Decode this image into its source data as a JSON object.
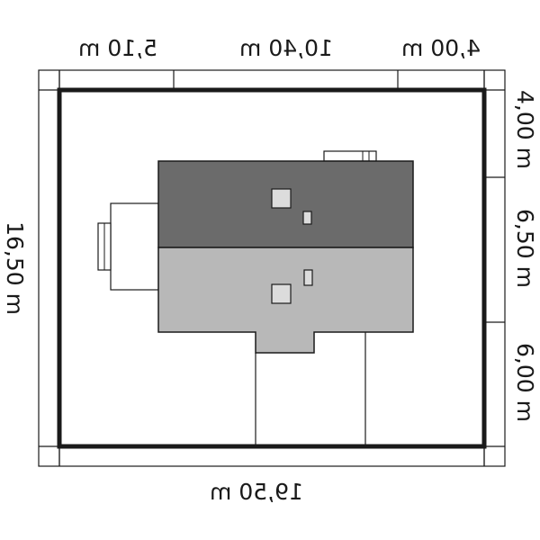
{
  "dimensions": {
    "top": [
      "5,10 m",
      "10,40 m",
      "4,00 m"
    ],
    "bottom": "19,50 m",
    "left": "16,50 m",
    "right": [
      "4,00 m",
      "6,50 m",
      "6,00 m"
    ]
  },
  "colors": {
    "roof_dark": "#6b6b6b",
    "roof_light": "#b8b8b8",
    "line": "#1a1a1a",
    "background": "#ffffff"
  }
}
